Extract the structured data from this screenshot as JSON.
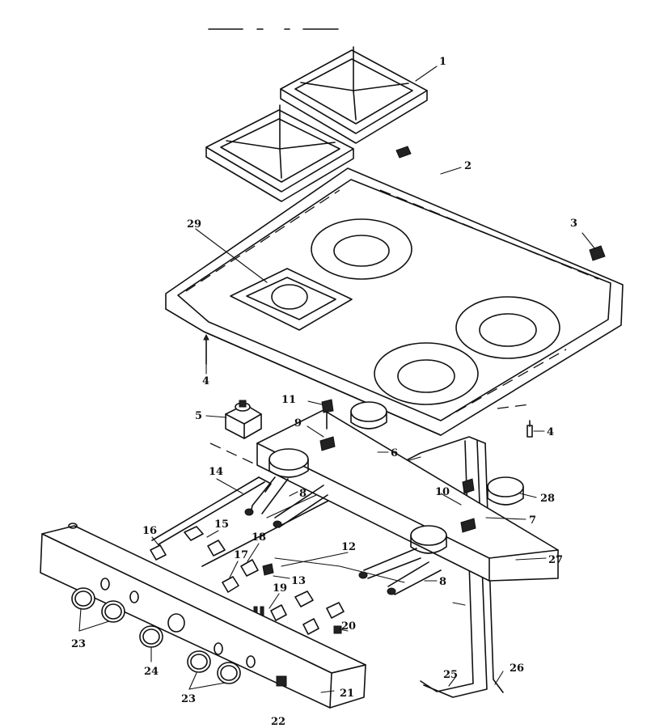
{
  "callouts": [
    {
      "id": "c1",
      "label": "1"
    },
    {
      "id": "c2",
      "label": "2"
    },
    {
      "id": "c3",
      "label": "3"
    },
    {
      "id": "c4a",
      "label": "4"
    },
    {
      "id": "c4b",
      "label": "4"
    },
    {
      "id": "c5",
      "label": "5"
    },
    {
      "id": "c6",
      "label": "6"
    },
    {
      "id": "c7",
      "label": "7"
    },
    {
      "id": "c8a",
      "label": "8"
    },
    {
      "id": "c8b",
      "label": "8"
    },
    {
      "id": "c9",
      "label": "9"
    },
    {
      "id": "c10",
      "label": "10"
    },
    {
      "id": "c11",
      "label": "11"
    },
    {
      "id": "c12",
      "label": "12"
    },
    {
      "id": "c13",
      "label": "13"
    },
    {
      "id": "c14",
      "label": "14"
    },
    {
      "id": "c15",
      "label": "15"
    },
    {
      "id": "c16",
      "label": "16"
    },
    {
      "id": "c17",
      "label": "17"
    },
    {
      "id": "c18",
      "label": "18"
    },
    {
      "id": "c19",
      "label": "19"
    },
    {
      "id": "c20",
      "label": "20"
    },
    {
      "id": "c21",
      "label": "21"
    },
    {
      "id": "c22",
      "label": "22"
    },
    {
      "id": "c23a",
      "label": "23"
    },
    {
      "id": "c23b",
      "label": "23"
    },
    {
      "id": "c24",
      "label": "24"
    },
    {
      "id": "c25",
      "label": "25"
    },
    {
      "id": "c26",
      "label": "26"
    },
    {
      "id": "c27",
      "label": "27"
    },
    {
      "id": "c28",
      "label": "28"
    },
    {
      "id": "c29",
      "label": "29"
    }
  ]
}
